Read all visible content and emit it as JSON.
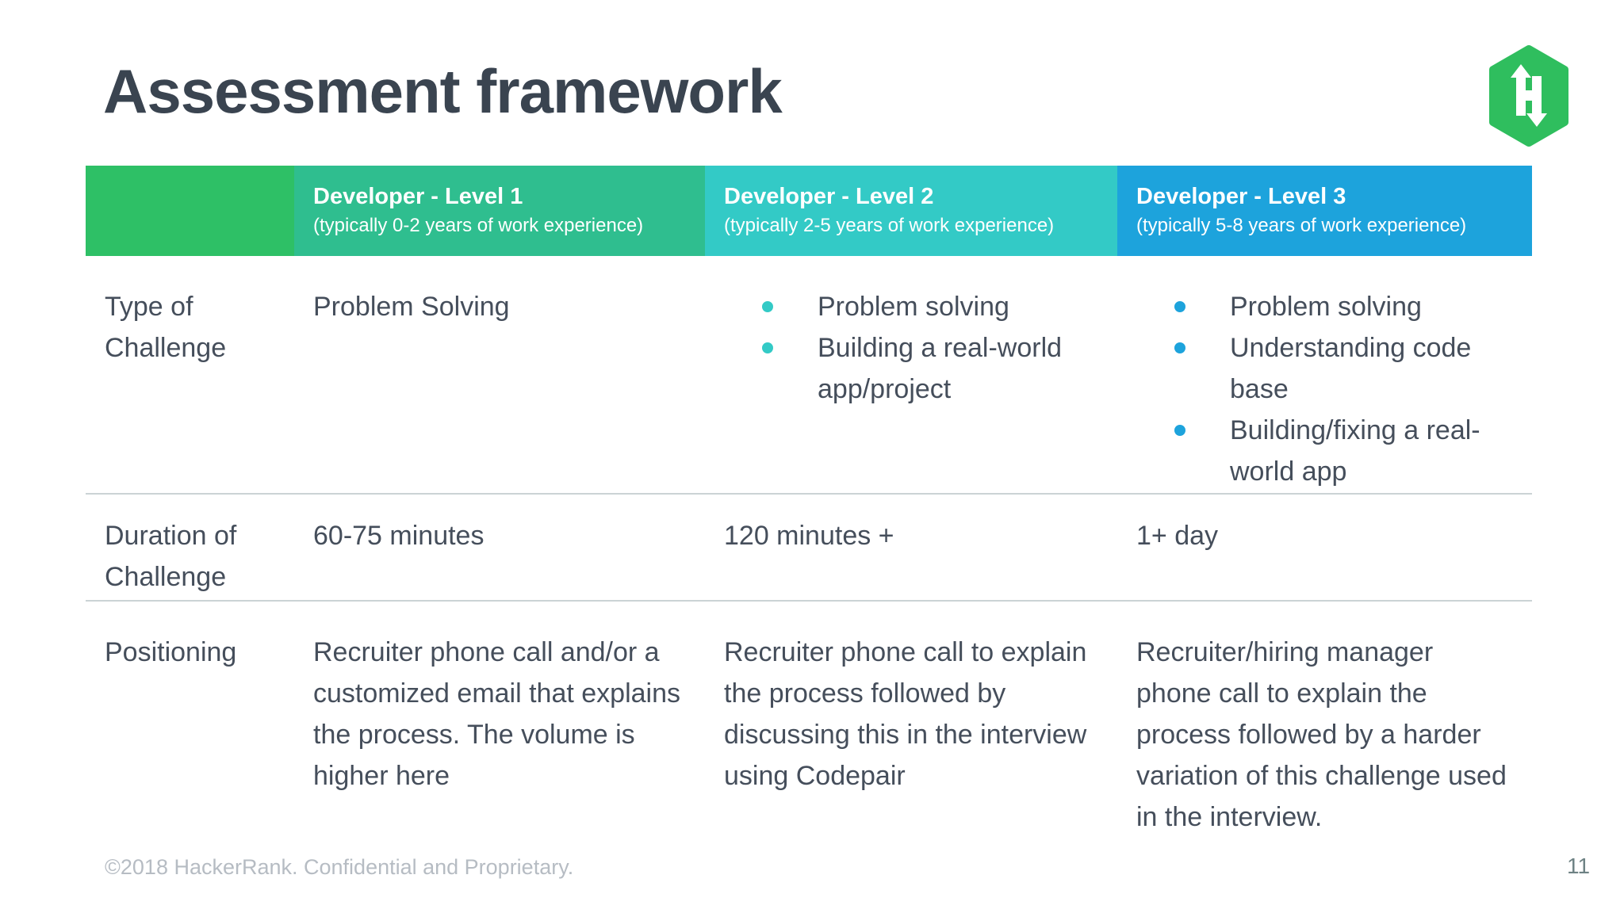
{
  "slide": {
    "title": "Assessment framework",
    "footer": "©2018 HackerRank. Confidential and Proprietary.",
    "page_number": "11",
    "logo": "hackerrank-logo"
  },
  "colors": {
    "header_label_bg": "#2ec066",
    "level1_bg": "#2fbe8f",
    "level2_bg": "#33cac6",
    "level3_bg": "#1da3dc",
    "bullet_level2": "#33cac6",
    "bullet_level3": "#1da3dc",
    "divider": "#cbd3d5",
    "body_text": "#454e5b",
    "title_text": "#3a4450"
  },
  "table": {
    "columns": [
      {
        "title": "Developer - Level 1",
        "subtitle": "(typically 0-2 years of work experience)"
      },
      {
        "title": "Developer - Level 2",
        "subtitle": "(typically 2-5 years of work experience)"
      },
      {
        "title": "Developer - Level 3",
        "subtitle": "(typically 5-8 years of work experience)"
      }
    ],
    "rows": [
      {
        "label": "Type of Challenge",
        "level1_text": "Problem Solving",
        "level2_bullets": [
          "Problem solving",
          "Building a real-world app/project"
        ],
        "level3_bullets": [
          "Problem solving",
          "Understanding code base",
          "Building/fixing a real-world app"
        ]
      },
      {
        "label": "Duration of Challenge",
        "level1_text": "60-75 minutes",
        "level2_text": "120 minutes +",
        "level3_text": "1+ day"
      },
      {
        "label": "Positioning",
        "level1_text": "Recruiter phone call and/or a customized email that explains the process. The volume is higher here",
        "level2_text": "Recruiter phone call to explain the process followed by discussing this in the interview using Codepair",
        "level3_text": "Recruiter/hiring manager phone call to explain the process followed by a harder variation of this challenge used in the interview."
      }
    ]
  }
}
